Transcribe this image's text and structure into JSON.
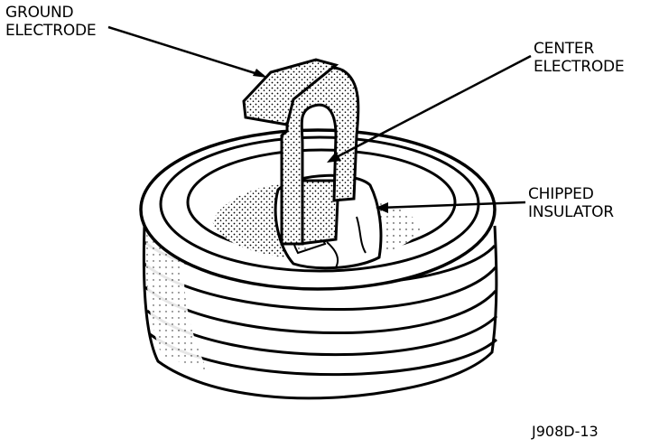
{
  "labels": {
    "ground": [
      "GROUND",
      "ELECTRODE"
    ],
    "center": [
      "CENTER",
      "ELECTRODE"
    ],
    "chipped": [
      "CHIPPED",
      "INSULATOR"
    ]
  },
  "figure_id": "J908D-13",
  "colors": {
    "ink": "#000000",
    "paper": "#ffffff"
  }
}
